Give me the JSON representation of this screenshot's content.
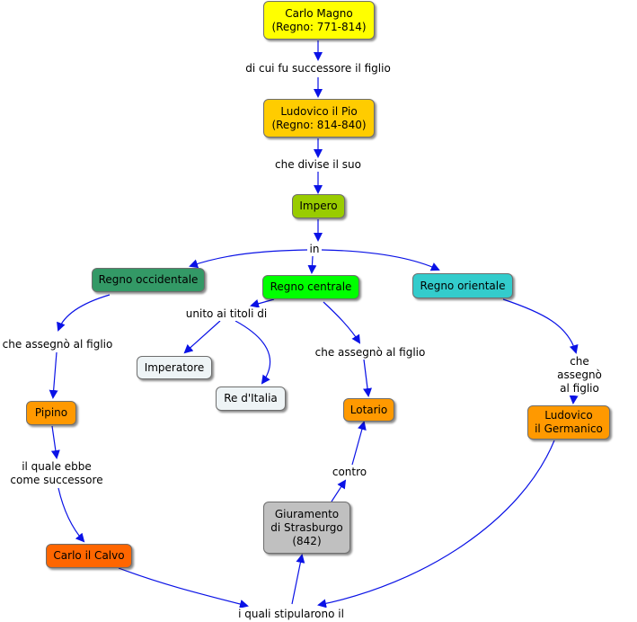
{
  "colors": {
    "edge": "#0a12e6",
    "node_border": "#6e6e6e"
  },
  "nodes": {
    "carlo_magno": {
      "text": "Carlo Magno\n(Regno: 771-814)",
      "fill": "#ffff00"
    },
    "ludovico_pio": {
      "text": "Ludovico il Pio\n(Regno: 814-840)",
      "fill": "#ffcc00"
    },
    "impero": {
      "text": "Impero",
      "fill": "#99cc00"
    },
    "regno_occidentale": {
      "text": "Regno occidentale",
      "fill": "#339966"
    },
    "regno_centrale": {
      "text": "Regno centrale",
      "fill": "#00ff00"
    },
    "regno_orientale": {
      "text": "Regno orientale",
      "fill": "#33cccc"
    },
    "imperatore": {
      "text": "Imperatore",
      "fill": "#eef4f6"
    },
    "re_italia": {
      "text": "Re d'Italia",
      "fill": "#eef4f6"
    },
    "pipino": {
      "text": "Pipino",
      "fill": "#ff9900"
    },
    "lotario": {
      "text": "Lotario",
      "fill": "#ff9900"
    },
    "ludovico_germanico": {
      "text": "Ludovico\nil Germanico",
      "fill": "#ff9900"
    },
    "carlo_calvo": {
      "text": "Carlo il Calvo",
      "fill": "#ff6600"
    },
    "giuramento": {
      "text": "Giuramento\ndi Strasburgo\n(842)",
      "fill": "#c0c0c0"
    }
  },
  "links": {
    "successore_figlio": "di cui fu successore il figlio",
    "divise": "che divise il suo",
    "in": "in",
    "unito_titoli": "unito ai titoli di",
    "assegno_occ": "che assegnò al figlio",
    "assegno_cen": "che assegnò al figlio",
    "assegno_ori": "che assegnò al figlio",
    "ebbe_successore": "il quale ebbe\ncome successore",
    "contro": "contro",
    "stipularono": "i quali stipularono il"
  }
}
